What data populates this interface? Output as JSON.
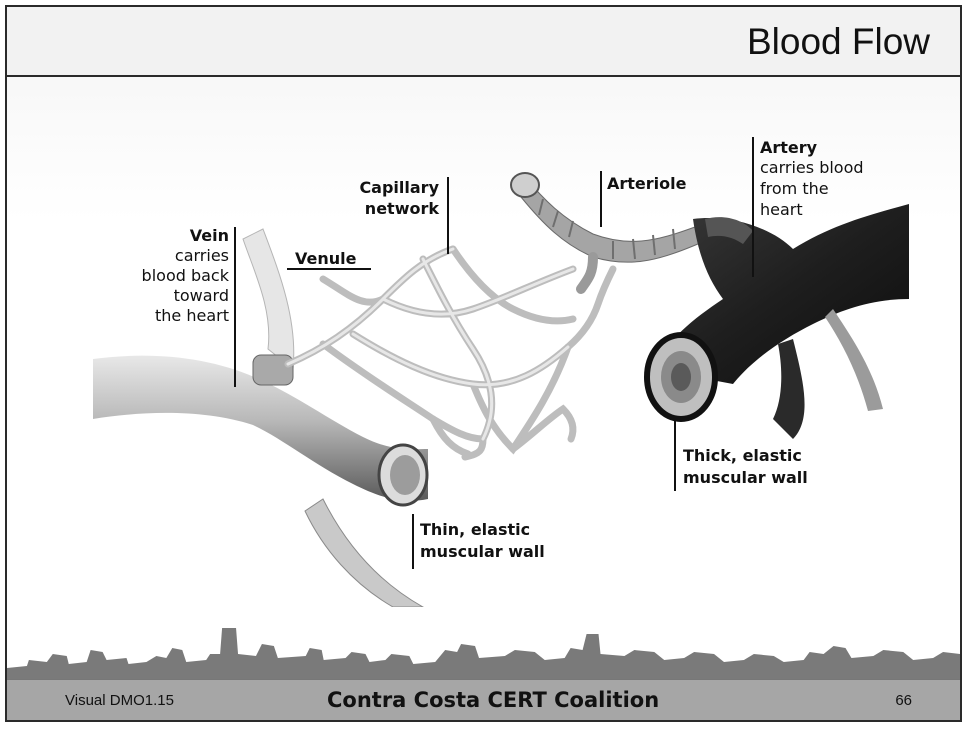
{
  "slide": {
    "title": "Blood Flow"
  },
  "diagram": {
    "labels": {
      "vein_title": "Vein",
      "vein_lines": [
        "carries",
        "blood back",
        "toward",
        "the heart"
      ],
      "venule": "Venule",
      "capillary_lines": [
        "Capillary",
        "network"
      ],
      "arteriole": "Arteriole",
      "artery_title": "Artery",
      "artery_lines": [
        "carries blood",
        "from the",
        "heart"
      ],
      "thin_wall_lines": [
        "Thin, elastic",
        "muscular wall"
      ],
      "thick_wall_lines": [
        "Thick, elastic",
        "muscular wall"
      ]
    },
    "colors": {
      "vein": "#9a9a9a",
      "artery": "#2e2e2e",
      "capillary": "#cfcfcf"
    }
  },
  "footer": {
    "left": "Visual DMO1.15",
    "center": "Contra Costa CERT Coalition",
    "page_number": "66"
  }
}
